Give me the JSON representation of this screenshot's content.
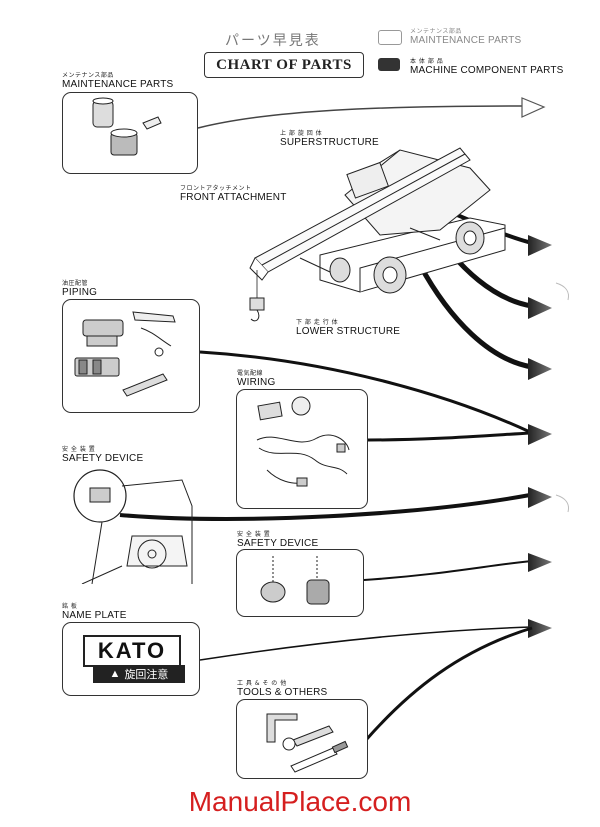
{
  "header": {
    "title_jp": "パーツ早見表",
    "title_en": "CHART OF PARTS"
  },
  "legend": {
    "maintenance": {
      "jp": "メンテナンス部品",
      "en": "MAINTENANCE PARTS",
      "swatch_color": "#ffffff"
    },
    "machine": {
      "jp": "本 体 部 品",
      "en": "MACHINE COMPONENT PARTS",
      "swatch_color": "#333333"
    }
  },
  "sections": {
    "maintenance_parts": {
      "jp": "メンテナンス部品",
      "en": "MAINTENANCE PARTS"
    },
    "superstructure": {
      "jp": "上 部 旋 回 体",
      "en": "SUPERSTRUCTURE"
    },
    "front_attachment": {
      "jp": "フロントアタッチメント",
      "en": "FRONT ATTACHMENT"
    },
    "lower_structure": {
      "jp": "下 部 走 行 体",
      "en": "LOWER STRUCTURE"
    },
    "piping": {
      "jp": "油圧配管",
      "en": "PIPING"
    },
    "wiring": {
      "jp": "電気配線",
      "en": "WIRING"
    },
    "safety_device_cab": {
      "jp": "安 全 装 置",
      "en": "SAFETY DEVICE"
    },
    "safety_device": {
      "jp": "安 全 装 置",
      "en": "SAFETY DEVICE"
    },
    "name_plate": {
      "jp": "銘 板",
      "en": "NAME PLATE"
    },
    "tools_others": {
      "jp": "工 具 & そ の 他",
      "en": "TOOLS & OTHERS"
    }
  },
  "name_plate_content": {
    "brand": "KATO",
    "warning": "旋回注意"
  },
  "footer": {
    "watermark": "ManualPlace.com"
  }
}
